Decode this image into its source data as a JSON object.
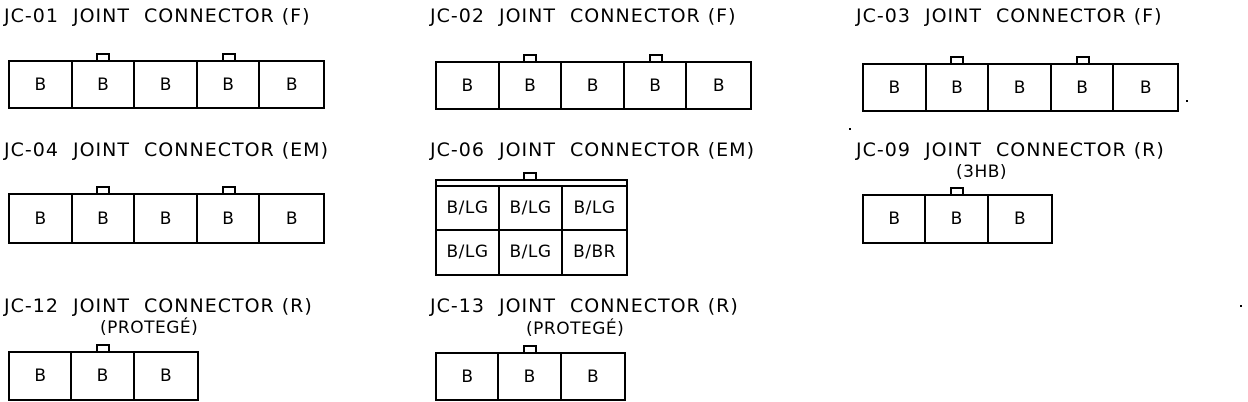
{
  "connectors": [
    {
      "title": "JC-01  JOINT  CONNECTOR (F)",
      "cells": [
        "B",
        "B",
        "B",
        "B",
        "B"
      ]
    },
    {
      "title": "JC-02  JOINT  CONNECTOR (F)",
      "cells": [
        "B",
        "B",
        "B",
        "B",
        "B"
      ]
    },
    {
      "title": "JC-03  JOINT  CONNECTOR (F)",
      "cells": [
        "B",
        "B",
        "B",
        "B",
        "B"
      ]
    },
    {
      "title": "JC-04  JOINT  CONNECTOR (EM)",
      "cells": [
        "B",
        "B",
        "B",
        "B",
        "B"
      ]
    },
    {
      "title": "JC-06  JOINT  CONNECTOR (EM)",
      "cells": [
        "B/LG",
        "B/LG",
        "B/LG",
        "B/LG",
        "B/LG",
        "B/BR"
      ]
    },
    {
      "title": "JC-09  JOINT  CONNECTOR (R)",
      "subtitle": "(3HB)",
      "cells": [
        "B",
        "B",
        "B"
      ]
    },
    {
      "title": "JC-12  JOINT  CONNECTOR (R)",
      "subtitle": "(PROTEGÉ)",
      "cells": [
        "B",
        "B",
        "B"
      ]
    },
    {
      "title": "JC-13  JOINT  CONNECTOR (R)",
      "subtitle": "(PROTEGÉ)",
      "cells": [
        "B",
        "B",
        "B"
      ]
    }
  ]
}
